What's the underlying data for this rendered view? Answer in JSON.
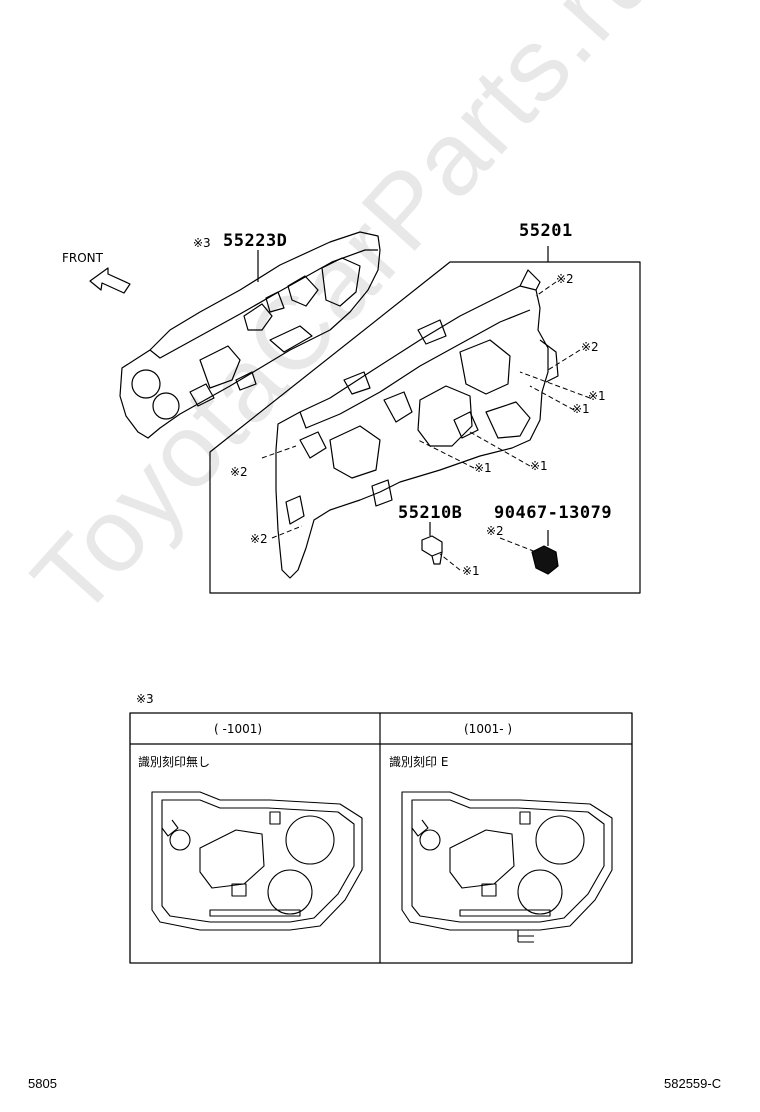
{
  "watermark": "ToyotaCarParts.ru",
  "front_label": "FRONT",
  "parts": {
    "insulator_left": {
      "mark": "※3",
      "number": "55223D"
    },
    "insulator_main": {
      "number": "55201"
    },
    "clip_b": {
      "number": "55210B"
    },
    "clip_a": {
      "mark": "※2",
      "number": "90467-13079"
    }
  },
  "callouts": {
    "mark1": "※1",
    "mark2": "※2"
  },
  "table": {
    "note_mark": "※3",
    "col1_header": "(      -1001)",
    "col2_header": "(1001-      )",
    "col1_caption": "識別刻印無し",
    "col2_caption": "識別刻印 E"
  },
  "footer": {
    "page_left": "5805",
    "page_right": "582559-C"
  }
}
